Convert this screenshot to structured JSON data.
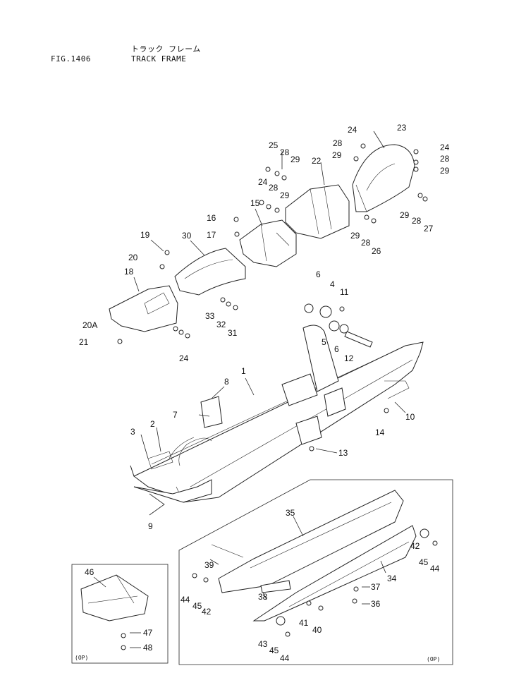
{
  "header": {
    "fig": "FIG.1406",
    "title_jp": "トラック フレーム",
    "title_en": "TRACK FRAME"
  },
  "inset_tags": {
    "left": "(OP)",
    "right": "(OP)"
  },
  "callouts": [
    "1",
    "2",
    "3",
    "4",
    "5",
    "6",
    "6",
    "7",
    "8",
    "9",
    "10",
    "11",
    "12",
    "13",
    "14",
    "15",
    "16",
    "17",
    "18",
    "19",
    "20",
    "20A",
    "21",
    "22",
    "23",
    "24",
    "24",
    "24",
    "24",
    "25",
    "26",
    "27",
    "28",
    "28",
    "28",
    "28",
    "28",
    "28",
    "29",
    "29",
    "29",
    "29",
    "29",
    "29",
    "30",
    "31",
    "32",
    "33",
    "34",
    "35",
    "36",
    "37",
    "38",
    "39",
    "40",
    "41",
    "42",
    "42",
    "43",
    "44",
    "44",
    "44",
    "45",
    "45",
    "45",
    "46",
    "47",
    "48"
  ]
}
